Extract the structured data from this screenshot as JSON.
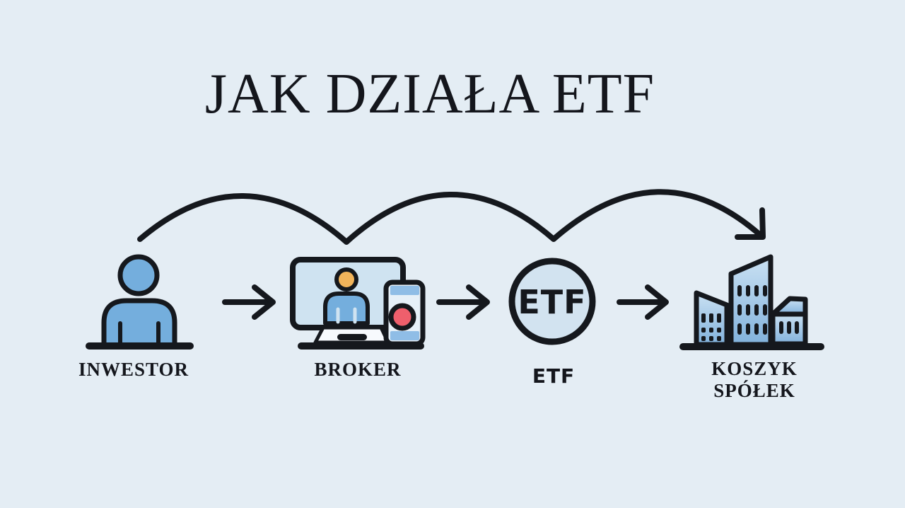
{
  "title": "JAK DZIAŁA ETF",
  "nodes": [
    {
      "id": "inwestor",
      "label": "INWESTOR",
      "icon": "person-icon"
    },
    {
      "id": "broker",
      "label": "BROKER",
      "icon": "monitor-and-phone-icon"
    },
    {
      "id": "etf",
      "label": "ETF",
      "circle_text": "ETF",
      "icon": "etf-circle-icon"
    },
    {
      "id": "koszyk-spolek",
      "label": "KOSZYK SPÓŁEK",
      "label_lines": [
        "KOSZYK",
        "SPÓŁEK"
      ],
      "icon": "buildings-icon"
    }
  ],
  "connections": [
    {
      "from": "inwestor",
      "to": "broker",
      "style": "straight-arrow"
    },
    {
      "from": "broker",
      "to": "etf",
      "style": "straight-arrow"
    },
    {
      "from": "etf",
      "to": "koszyk-spolek",
      "style": "straight-arrow"
    },
    {
      "from": "inwestor",
      "to": "koszyk-spolek",
      "style": "curved-hop-arrow"
    }
  ],
  "colors": {
    "background": "#e4edf4",
    "outline": "#15181d",
    "person_blue": "#74aedd",
    "screen_blue": "#cfe3f1",
    "head_orange": "#f2b45a",
    "phone_red": "#ef5f6c",
    "phone_blue": "#8fbde6",
    "etf_fill": "#d2e3f0",
    "building_top": "#cae1f3",
    "building_bottom": "#82b2dc"
  }
}
